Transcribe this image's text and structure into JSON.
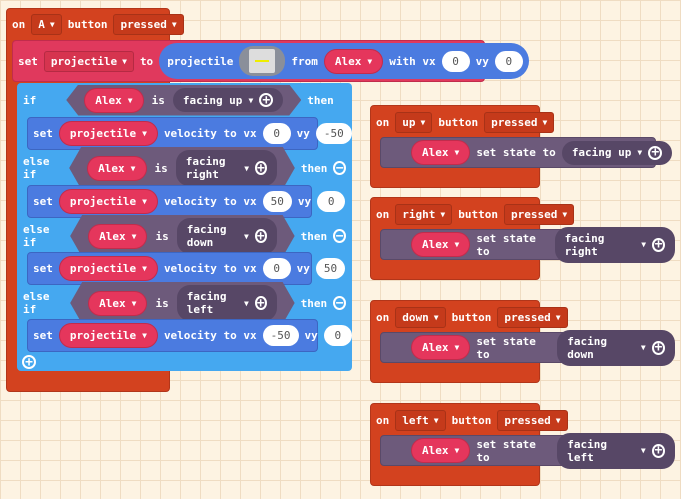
{
  "main": {
    "event": {
      "on": "on",
      "button": "A",
      "button_label": "button",
      "action": "pressed"
    },
    "set_row": {
      "set": "set",
      "var": "projectile",
      "to": "to",
      "projectile": "projectile",
      "from": "from",
      "sprite": "Alex",
      "with_vx": "with vx",
      "vx": "0",
      "vy_label": "vy",
      "vy": "0"
    },
    "branches": [
      {
        "kw": "if",
        "sprite": "Alex",
        "is": "is",
        "state": "facing up",
        "then": "then",
        "set": "set",
        "var": "projectile",
        "vel": "velocity to vx",
        "vx": "0",
        "vy_label": "vy",
        "vy": "-50"
      },
      {
        "kw": "else if",
        "sprite": "Alex",
        "is": "is",
        "state": "facing right",
        "then": "then",
        "set": "set",
        "var": "projectile",
        "vel": "velocity to vx",
        "vx": "50",
        "vy_label": "vy",
        "vy": "0"
      },
      {
        "kw": "else if",
        "sprite": "Alex",
        "is": "is",
        "state": "facing down",
        "then": "then",
        "set": "set",
        "var": "projectile",
        "vel": "velocity to vx",
        "vx": "0",
        "vy_label": "vy",
        "vy": "50"
      },
      {
        "kw": "else if",
        "sprite": "Alex",
        "is": "is",
        "state": "facing left",
        "then": "then",
        "set": "set",
        "var": "projectile",
        "vel": "velocity to vx",
        "vx": "-50",
        "vy_label": "vy",
        "vy": "0"
      }
    ]
  },
  "handlers": [
    {
      "on": "on",
      "button": "up",
      "button_label": "button",
      "action": "pressed",
      "sprite": "Alex",
      "set_state": "set state to",
      "state": "facing up"
    },
    {
      "on": "on",
      "button": "right",
      "button_label": "button",
      "action": "pressed",
      "sprite": "Alex",
      "set_state": "set state to",
      "state": "facing right"
    },
    {
      "on": "on",
      "button": "down",
      "button_label": "button",
      "action": "pressed",
      "sprite": "Alex",
      "set_state": "set state to",
      "state": "facing down"
    },
    {
      "on": "on",
      "button": "left",
      "button_label": "button",
      "action": "pressed",
      "sprite": "Alex",
      "set_state": "set state to",
      "state": "facing left"
    }
  ],
  "colors": {
    "event": "#d3421f",
    "set": "#e0395d",
    "sprite": "#4b7be0",
    "logic": "#45a8f0",
    "state": "#6d5a7b"
  }
}
